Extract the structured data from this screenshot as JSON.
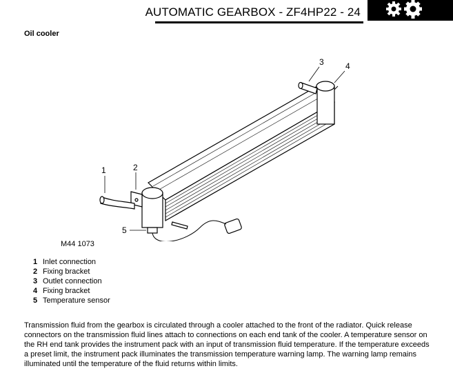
{
  "header": {
    "title": "AUTOMATIC GEARBOX - ZF4HP22 - 24",
    "icon": "gears-icon"
  },
  "section_title": "Oil cooler",
  "figure": {
    "reference": "M44 1073",
    "callouts": [
      "1",
      "2",
      "3",
      "4",
      "5"
    ]
  },
  "legend": [
    {
      "num": "1",
      "label": "Inlet connection"
    },
    {
      "num": "2",
      "label": "Fixing bracket"
    },
    {
      "num": "3",
      "label": "Outlet connection"
    },
    {
      "num": "4",
      "label": "Fixing bracket"
    },
    {
      "num": "5",
      "label": "Temperature sensor"
    }
  ],
  "description": "Transmission fluid from the gearbox is circulated through a cooler attached to the front of the radiator. Quick release connectors on the transmission fluid lines attach to connections on each end tank of the cooler. A temperature sensor on the RH end tank provides the instrument pack with an input of transmission fluid temperature. If the temperature exceeds a preset limit, the instrument pack illuminates the transmission temperature warning lamp. The warning lamp remains illuminated until the temperature of the fluid returns within limits."
}
